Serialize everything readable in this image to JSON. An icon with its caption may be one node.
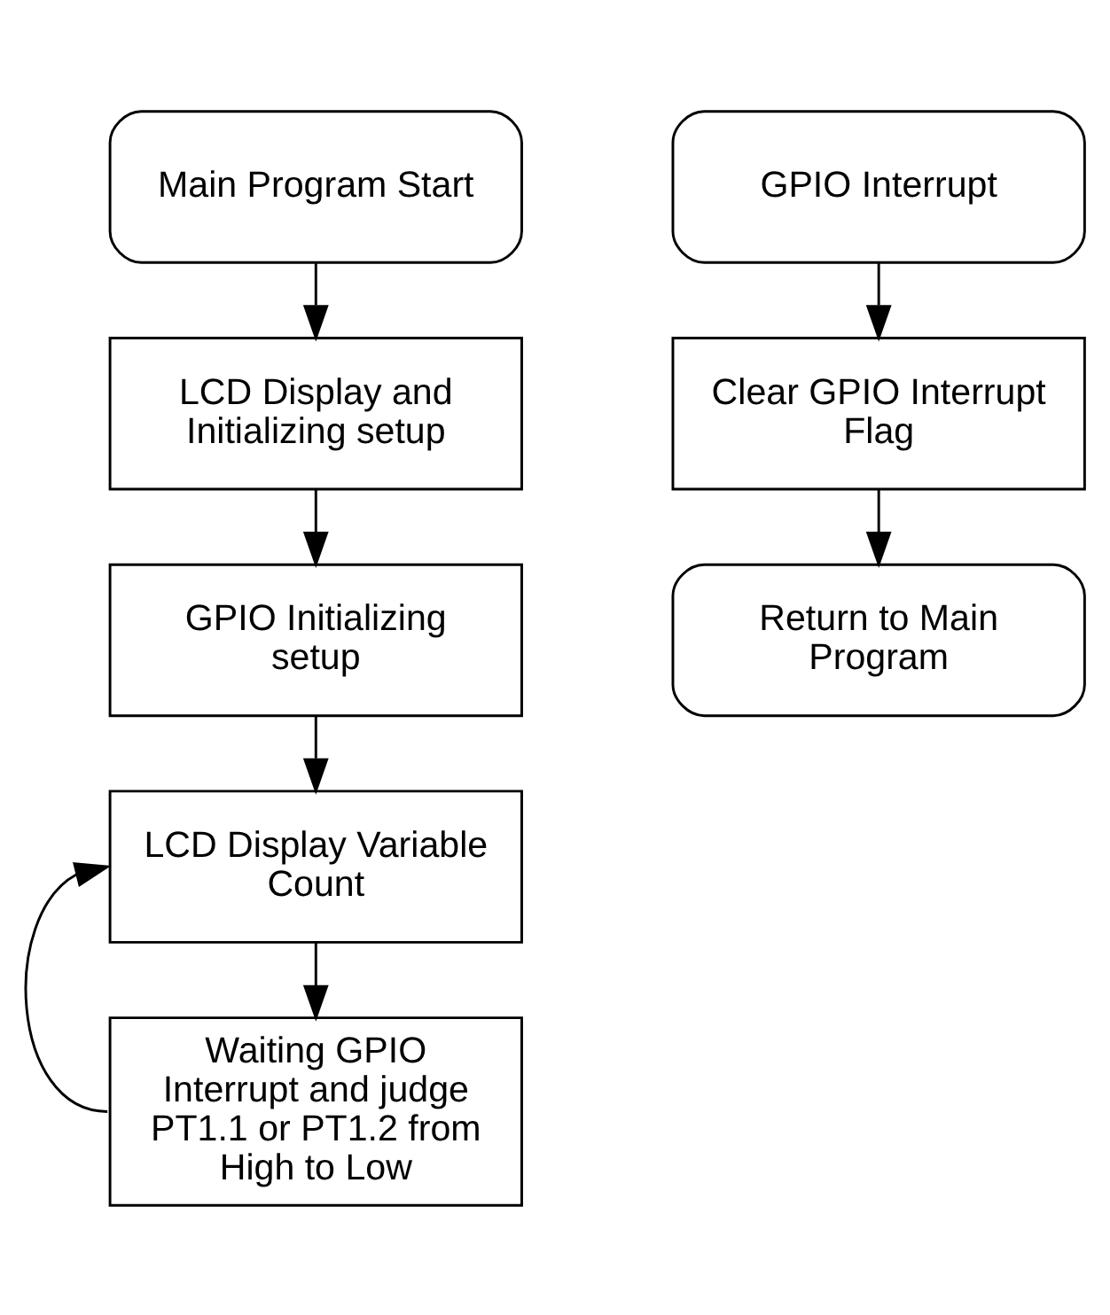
{
  "diagram": {
    "nodes": [
      {
        "text": [
          "Main Program Start"
        ]
      },
      {
        "text": [
          "LCD Display and Initializing setup"
        ]
      },
      {
        "text": [
          "GPIO Initializing setup"
        ]
      },
      {
        "text": [
          "LCD Display Variable Count"
        ]
      },
      {
        "text": [
          "Waiting GPIO Interrupt and judge PT1.1 or PT1.2 from High to Low"
        ]
      },
      {
        "text": [
          "GPIO Interrupt"
        ]
      },
      {
        "text": [
          "Clear GPIO Interrupt Flag"
        ]
      },
      {
        "text": [
          "Return to Main Program"
        ]
      }
    ],
    "edges": [
      {
        "from": 0,
        "to": 1,
        "arrow": "to"
      },
      {
        "from": 1,
        "to": 2,
        "arrow": "to"
      },
      {
        "from": 2,
        "to": 3,
        "arrow": "to"
      },
      {
        "from": 3,
        "to": 4,
        "arrow": "to"
      },
      {
        "from": 4,
        "to": 3,
        "arrow": "to"
      },
      {
        "from": 5,
        "to": 6,
        "arrow": "to"
      },
      {
        "from": 6,
        "to": 7,
        "arrow": "to"
      }
    ]
  }
}
